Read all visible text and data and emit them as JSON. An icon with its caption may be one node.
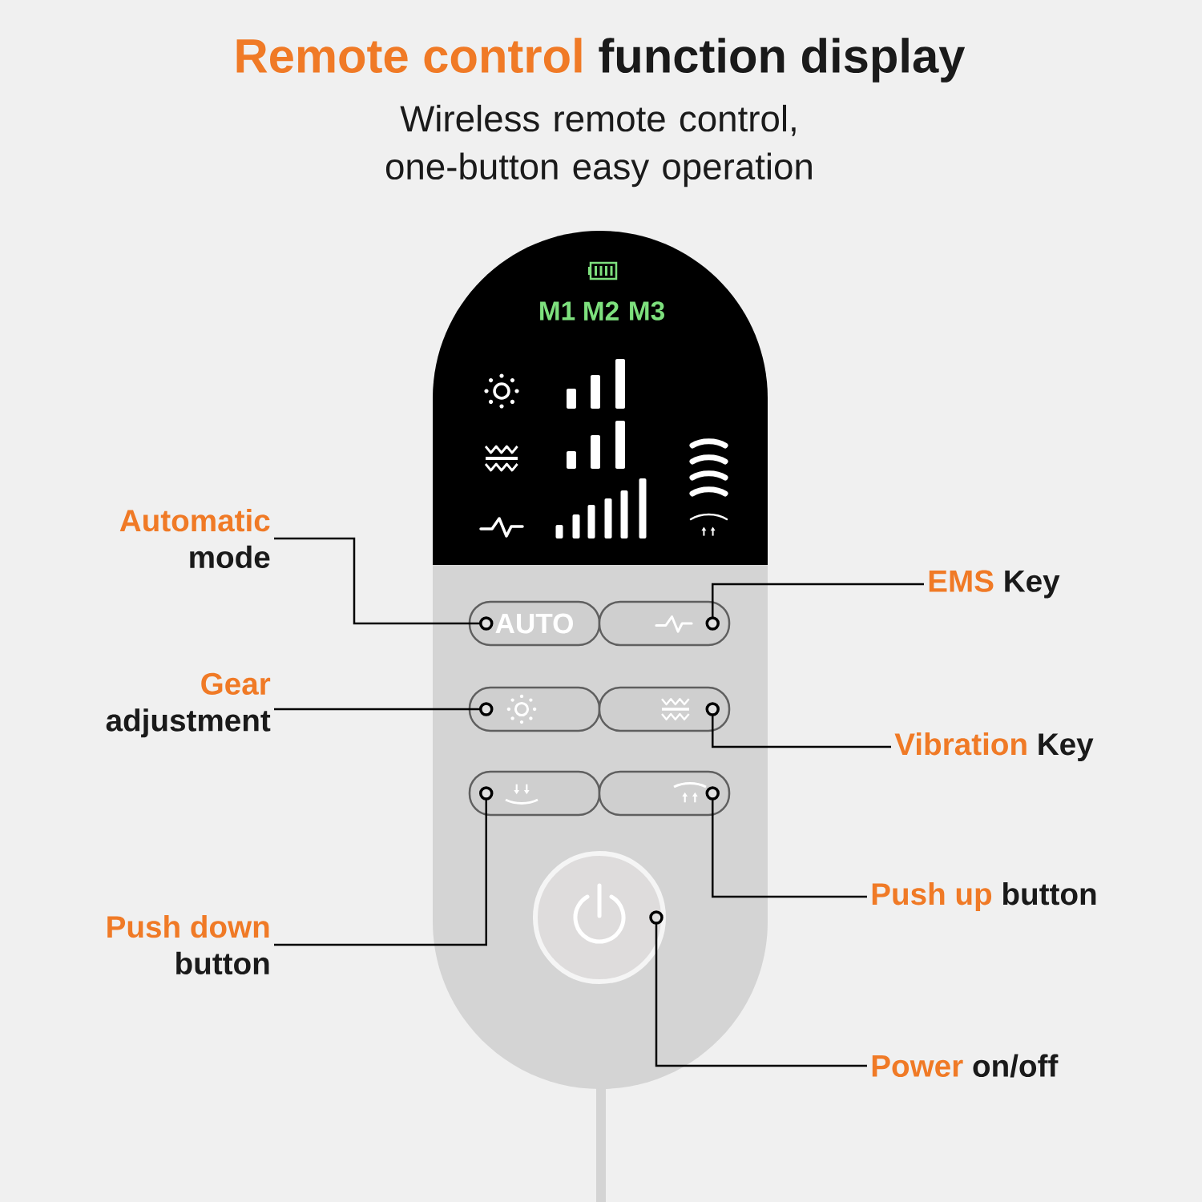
{
  "diagram": {
    "nodes": [
      {
        "text": [
          "Automatic",
          "mode"
        ]
      },
      {
        "text": [
          "Gear",
          "adjustment"
        ]
      },
      {
        "text": [
          "Push down",
          "button"
        ]
      },
      {
        "text": [
          "EMS",
          "Key"
        ]
      },
      {
        "text": [
          "Vibration",
          "Key"
        ]
      },
      {
        "text": [
          "Push up",
          "button"
        ]
      },
      {
        "text": [
          "Power",
          "on/off"
        ]
      },
      {
        "text": [
          "AUTO"
        ]
      },
      {
        "text": [],
        "shape": "box"
      },
      {
        "text": [],
        "shape": "box"
      },
      {
        "text": [],
        "shape": "box"
      },
      {
        "text": [],
        "shape": "box"
      },
      {
        "text": [],
        "shape": "box"
      },
      {
        "text": [],
        "shape": "circle"
      }
    ],
    "edges": [
      {
        "from": 0,
        "to": 7,
        "arrow": "other"
      },
      {
        "from": 1,
        "to": 9,
        "arrow": "other"
      },
      {
        "from": 2,
        "to": 11,
        "arrow": "other"
      },
      {
        "from": 3,
        "to": 8,
        "arrow": "other"
      },
      {
        "from": 4,
        "to": 10,
        "arrow": "other"
      },
      {
        "from": 5,
        "to": 12,
        "arrow": "other"
      },
      {
        "from": 6,
        "to": 13,
        "arrow": "other"
      }
    ],
    "labels": [
      "Remote control",
      "function display",
      "Wireless remote control, one-button easy operation",
      "M1",
      "M2",
      "M3"
    ]
  }
}
